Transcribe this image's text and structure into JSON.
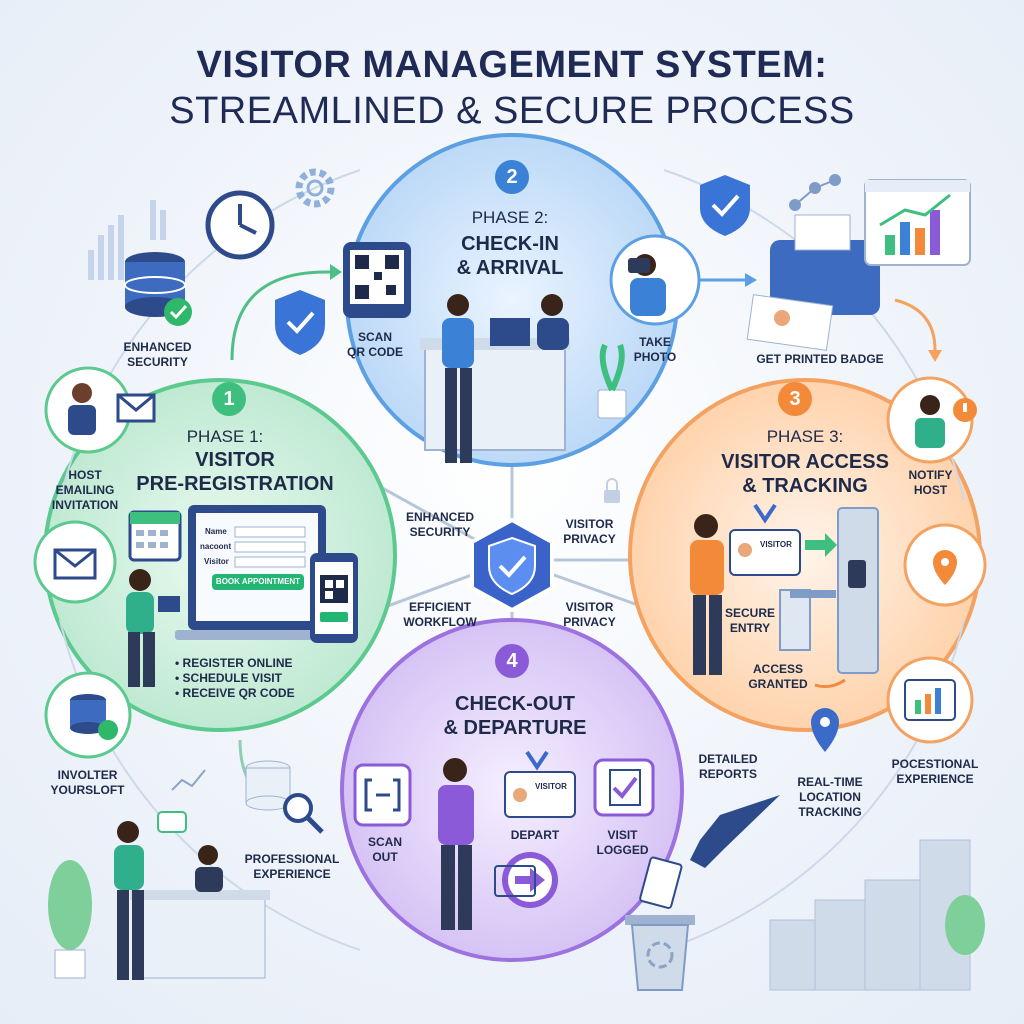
{
  "title": {
    "line1": "VISITOR MANAGEMENT SYSTEM:",
    "line2": "STREAMLINED & SECURE PROCESS"
  },
  "phases": [
    {
      "number": "1",
      "label": "PHASE 1:",
      "name_line1": "VISITOR",
      "name_line2": "PRE-REGISTRATION",
      "color": "#3fbf7f"
    },
    {
      "number": "2",
      "label": "PHASE 2:",
      "name_line1": "CHECK-IN",
      "name_line2": "& ARRIVAL",
      "color": "#3b82d6"
    },
    {
      "number": "3",
      "label": "PHASE 3:",
      "name_line1": "VISITOR ACCESS",
      "name_line2": "& TRACKING",
      "color": "#f28a3a"
    },
    {
      "number": "4",
      "label": "",
      "name_line1": "CHECK-OUT",
      "name_line2": "& DEPARTURE",
      "color": "#8a5ad8"
    }
  ],
  "phase1": {
    "bullets": [
      "REGISTER ONLINE",
      "SCHEDULE VISIT",
      "RECEIVE QR CODE"
    ],
    "form": {
      "name": "Name",
      "field2": "nacoont",
      "field3": "Visitor",
      "button": "BOOK APPOINTMENT"
    }
  },
  "phase2": {
    "scan": [
      "SCAN",
      "QR CODE"
    ],
    "photo": [
      "TAKE",
      "PHOTO"
    ]
  },
  "phase3": {
    "secure": [
      "SECURE",
      "ENTRY"
    ],
    "access": [
      "ACCESS",
      "GRANTED"
    ],
    "badge_text": "VISITOR"
  },
  "phase4": {
    "scan": [
      "SCAN",
      "OUT"
    ],
    "depart": "DEPART",
    "logged": [
      "VISIT",
      "LOGGED"
    ],
    "badge_text": "VISITOR"
  },
  "center": {
    "top_left": [
      "ENHANCED",
      "SECURITY"
    ],
    "top_right": [
      "VISITOR",
      "PRIVACY"
    ],
    "bottom_left": [
      "EFFICIENT",
      "WORKFLOW"
    ],
    "bottom_right": [
      "VISITOR",
      "PRIVACY"
    ]
  },
  "side_labels": {
    "enhanced_security": [
      "ENHANCED",
      "SECURITY"
    ],
    "host_emailing": [
      "HOST",
      "EMAILING",
      "INVITATION"
    ],
    "involter": [
      "INVOLTER",
      "YOURSLOFT"
    ],
    "professional": [
      "PROFESSIONAL",
      "EXPERIENCE"
    ],
    "printed_badge": "GET PRINTED BADGE",
    "notify_host": [
      "NOTIFY",
      "HOST"
    ],
    "detailed_reports": [
      "DETAILED",
      "REPORTS"
    ],
    "realtime": [
      "REAL-TIME",
      "LOCATION",
      "TRACKING"
    ],
    "pocestional": [
      "POCESTIONAL",
      "EXPERIENCE"
    ]
  },
  "icons": [
    "clock-icon",
    "gear-icon",
    "shield-icon",
    "database-icon",
    "envelope-icon",
    "printer-icon",
    "chart-icon",
    "location-pin-icon",
    "map-icon",
    "lock-icon",
    "recycle-bin-icon",
    "checkmark-icon",
    "arrow-right-icon",
    "search-icon"
  ]
}
